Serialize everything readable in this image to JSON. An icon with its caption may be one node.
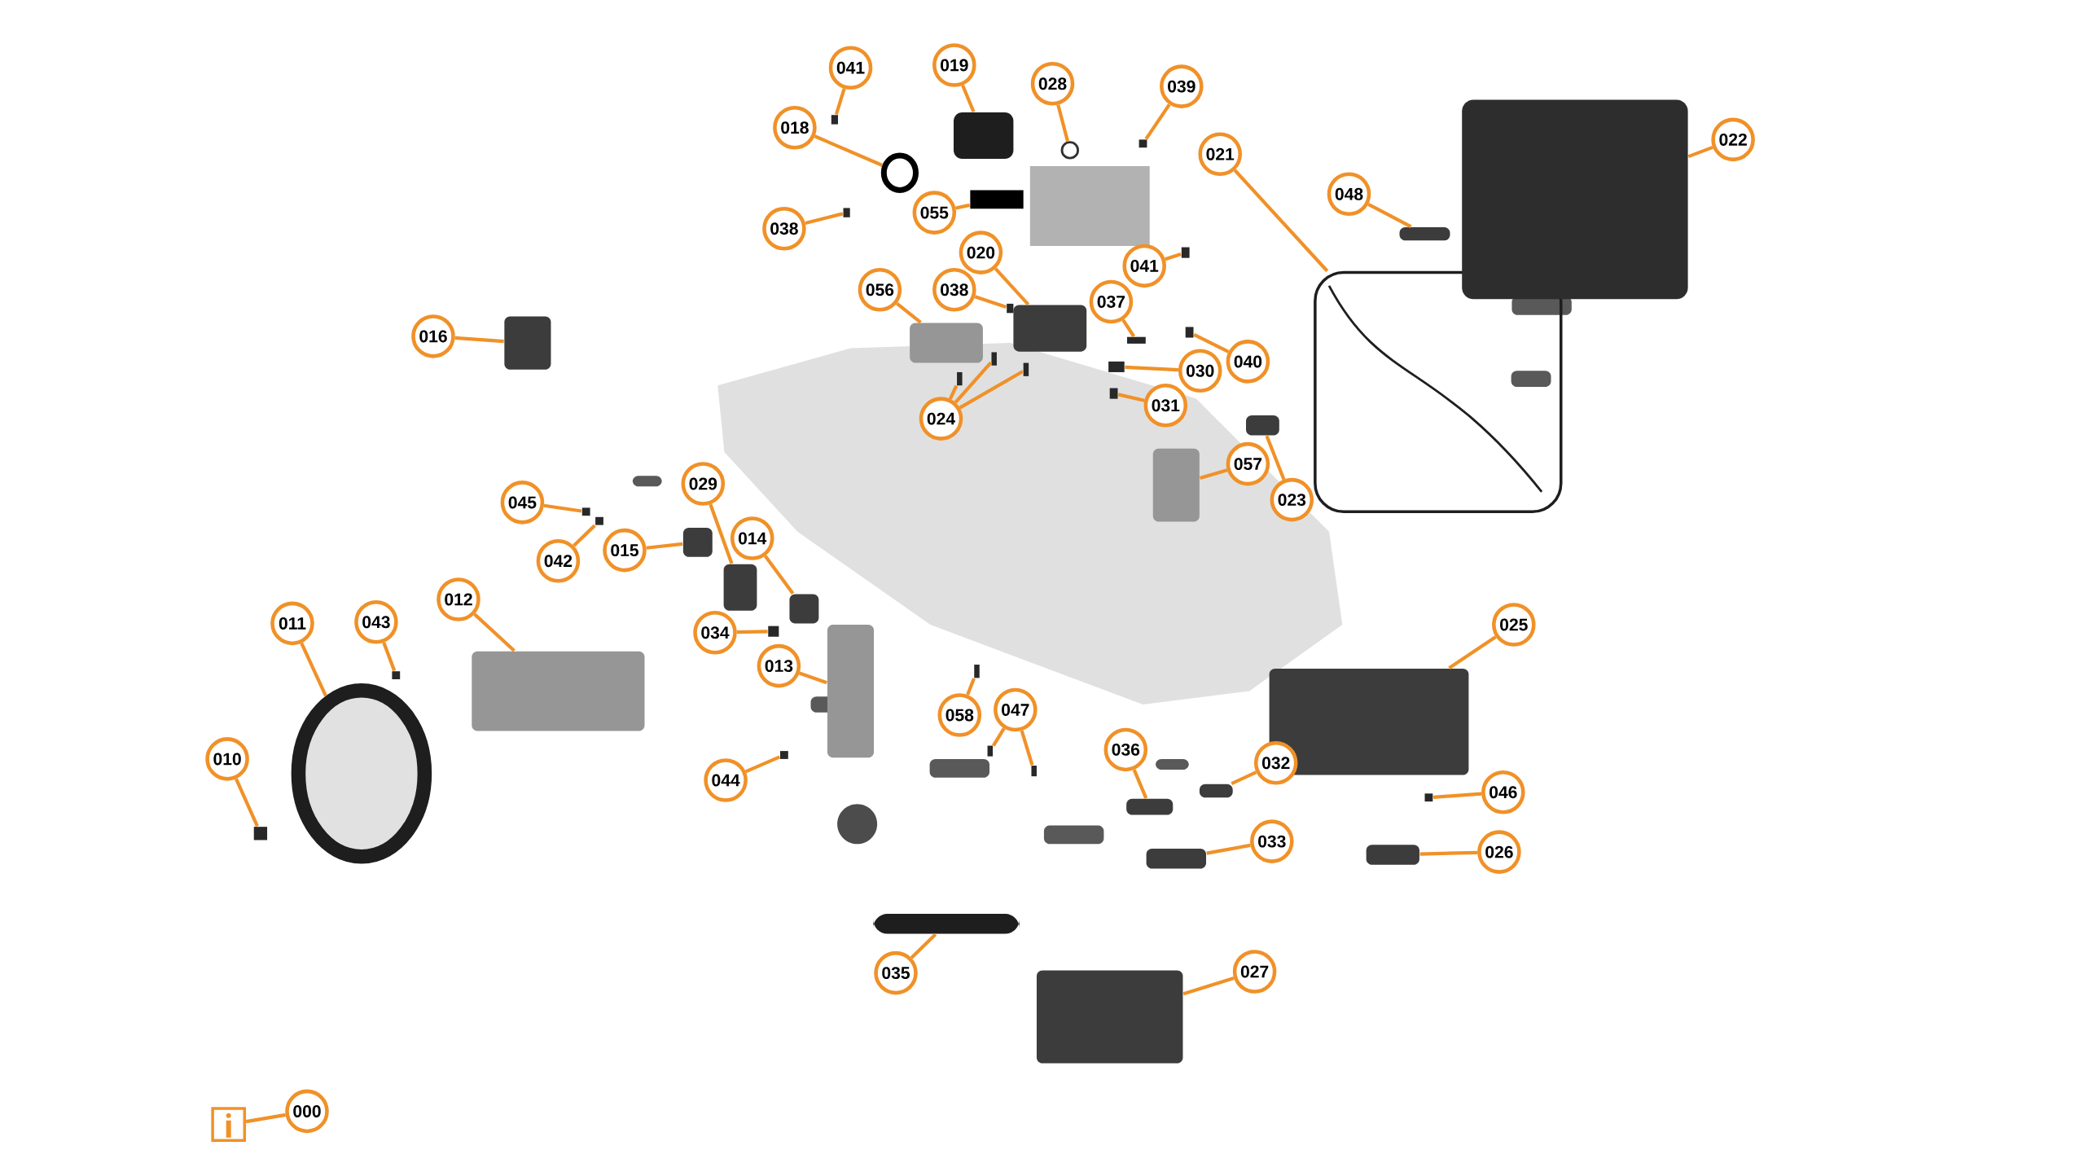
{
  "diagram": {
    "nodes": [
      {
        "text": [
          "041"
        ]
      },
      {
        "text": [],
        "shape": "box"
      },
      {
        "text": [
          "019"
        ]
      },
      {
        "text": [],
        "shape": "box"
      },
      {
        "text": [
          "028"
        ]
      },
      {
        "text": [],
        "shape": "circle"
      },
      {
        "text": [
          "039"
        ]
      },
      {
        "text": [],
        "shape": "box"
      },
      {
        "text": [
          "018"
        ]
      },
      {
        "text": [],
        "shape": "circle"
      },
      {
        "text": [
          "038"
        ]
      },
      {
        "text": [],
        "shape": "box"
      },
      {
        "text": [
          "055"
        ]
      },
      {
        "text": [],
        "shape": "box"
      },
      {
        "text": [
          "021"
        ]
      },
      {
        "text": [],
        "shape": "box"
      },
      {
        "text": [
          "022"
        ]
      },
      {
        "text": [],
        "shape": "box"
      },
      {
        "text": [
          "048"
        ]
      },
      {
        "text": [],
        "shape": "box"
      },
      {
        "text": [
          "020"
        ]
      },
      {
        "text": [],
        "shape": "box"
      },
      {
        "text": [
          "038"
        ]
      },
      {
        "text": [],
        "shape": "box"
      },
      {
        "text": [
          "056"
        ]
      },
      {
        "text": [],
        "shape": "box"
      },
      {
        "text": [
          "041"
        ]
      },
      {
        "text": [],
        "shape": "box"
      },
      {
        "text": [
          "037"
        ]
      },
      {
        "text": [],
        "shape": "box"
      },
      {
        "text": [
          "030"
        ]
      },
      {
        "text": [],
        "shape": "box"
      },
      {
        "text": [
          "040"
        ]
      },
      {
        "text": [],
        "shape": "box"
      },
      {
        "text": [
          "031"
        ]
      },
      {
        "text": [],
        "shape": "box"
      },
      {
        "text": [
          "024"
        ]
      },
      {
        "text": [],
        "shape": "box"
      },
      {
        "text": [],
        "shape": "box"
      },
      {
        "text": [],
        "shape": "box"
      },
      {
        "text": [
          "016"
        ]
      },
      {
        "text": [],
        "shape": "box"
      },
      {
        "text": [
          "057"
        ]
      },
      {
        "text": [],
        "shape": "box"
      },
      {
        "text": [
          "023"
        ]
      },
      {
        "text": [],
        "shape": "box"
      },
      {
        "text": [
          "029"
        ]
      },
      {
        "text": [],
        "shape": "box"
      },
      {
        "text": [
          "045"
        ]
      },
      {
        "text": [],
        "shape": "box"
      },
      {
        "text": [
          "042"
        ]
      },
      {
        "text": [],
        "shape": "box"
      },
      {
        "text": [
          "015"
        ]
      },
      {
        "text": [],
        "shape": "box"
      },
      {
        "text": [
          "014"
        ]
      },
      {
        "text": [],
        "shape": "box"
      },
      {
        "text": [
          "034"
        ]
      },
      {
        "text": [],
        "shape": "box"
      },
      {
        "text": [
          "013"
        ]
      },
      {
        "text": [],
        "shape": "box"
      },
      {
        "text": [
          "012"
        ]
      },
      {
        "text": [],
        "shape": "box"
      },
      {
        "text": [
          "043"
        ]
      },
      {
        "text": [],
        "shape": "box"
      },
      {
        "text": [
          "011"
        ]
      },
      {
        "text": [],
        "shape": "circle"
      },
      {
        "text": [
          "010"
        ]
      },
      {
        "text": [],
        "shape": "box"
      },
      {
        "text": [
          "025"
        ]
      },
      {
        "text": [],
        "shape": "box"
      },
      {
        "text": [
          "058"
        ]
      },
      {
        "text": [],
        "shape": "box"
      },
      {
        "text": [
          "047"
        ]
      },
      {
        "text": [],
        "shape": "box"
      },
      {
        "text": [],
        "shape": "box"
      },
      {
        "text": [
          "044"
        ]
      },
      {
        "text": [],
        "shape": "box"
      },
      {
        "text": [
          "036"
        ]
      },
      {
        "text": [],
        "shape": "box"
      },
      {
        "text": [
          "032"
        ]
      },
      {
        "text": [],
        "shape": "box"
      },
      {
        "text": [
          "046"
        ]
      },
      {
        "text": [],
        "shape": "box"
      },
      {
        "text": [
          "033"
        ]
      },
      {
        "text": [],
        "shape": "box"
      },
      {
        "text": [
          "026"
        ]
      },
      {
        "text": [],
        "shape": "box"
      },
      {
        "text": [
          "035"
        ]
      },
      {
        "text": [],
        "shape": "box"
      },
      {
        "text": [
          "027"
        ]
      },
      {
        "text": [],
        "shape": "box"
      },
      {
        "text": [
          "000"
        ]
      },
      {
        "text": [],
        "shape": "box"
      }
    ],
    "edges": [
      {
        "from": 0,
        "to": 1,
        "arrow": "none"
      },
      {
        "from": 2,
        "to": 3,
        "arrow": "none"
      },
      {
        "from": 4,
        "to": 5,
        "arrow": "none"
      },
      {
        "from": 6,
        "to": 7,
        "arrow": "none"
      },
      {
        "from": 8,
        "to": 9,
        "arrow": "none"
      },
      {
        "from": 10,
        "to": 11,
        "arrow": "none"
      },
      {
        "from": 12,
        "to": 13,
        "arrow": "none"
      },
      {
        "from": 14,
        "to": 15,
        "arrow": "none"
      },
      {
        "from": 16,
        "to": 17,
        "arrow": "none"
      },
      {
        "from": 18,
        "to": 19,
        "arrow": "none"
      },
      {
        "from": 20,
        "to": 21,
        "arrow": "none"
      },
      {
        "from": 22,
        "to": 23,
        "arrow": "none"
      },
      {
        "from": 24,
        "to": 25,
        "arrow": "none"
      },
      {
        "from": 26,
        "to": 27,
        "arrow": "none"
      },
      {
        "from": 28,
        "to": 29,
        "arrow": "none"
      },
      {
        "from": 30,
        "to": 31,
        "arrow": "none"
      },
      {
        "from": 32,
        "to": 33,
        "arrow": "none"
      },
      {
        "from": 34,
        "to": 35,
        "arrow": "none"
      },
      {
        "from": 36,
        "to": 37,
        "arrow": "none"
      },
      {
        "from": 36,
        "to": 38,
        "arrow": "none"
      },
      {
        "from": 36,
        "to": 39,
        "arrow": "none"
      },
      {
        "from": 40,
        "to": 41,
        "arrow": "none"
      },
      {
        "from": 42,
        "to": 43,
        "arrow": "none"
      },
      {
        "from": 44,
        "to": 45,
        "arrow": "none"
      },
      {
        "from": 46,
        "to": 47,
        "arrow": "none"
      },
      {
        "from": 48,
        "to": 49,
        "arrow": "none"
      },
      {
        "from": 50,
        "to": 51,
        "arrow": "none"
      },
      {
        "from": 52,
        "to": 53,
        "arrow": "none"
      },
      {
        "from": 54,
        "to": 55,
        "arrow": "none"
      },
      {
        "from": 56,
        "to": 57,
        "arrow": "none"
      },
      {
        "from": 58,
        "to": 59,
        "arrow": "none"
      },
      {
        "from": 60,
        "to": 61,
        "arrow": "none"
      },
      {
        "from": 62,
        "to": 63,
        "arrow": "none"
      },
      {
        "from": 64,
        "to": 65,
        "arrow": "none"
      },
      {
        "from": 66,
        "to": 67,
        "arrow": "none"
      },
      {
        "from": 68,
        "to": 69,
        "arrow": "none"
      },
      {
        "from": 70,
        "to": 71,
        "arrow": "none"
      },
      {
        "from": 72,
        "to": 73,
        "arrow": "none"
      },
      {
        "from": 72,
        "to": 74,
        "arrow": "none"
      },
      {
        "from": 75,
        "to": 76,
        "arrow": "none"
      },
      {
        "from": 77,
        "to": 78,
        "arrow": "none"
      },
      {
        "from": 79,
        "to": 80,
        "arrow": "none"
      },
      {
        "from": 81,
        "to": 82,
        "arrow": "none"
      },
      {
        "from": 83,
        "to": 84,
        "arrow": "none"
      },
      {
        "from": 85,
        "to": 86,
        "arrow": "none"
      },
      {
        "from": 87,
        "to": 88,
        "arrow": "none"
      },
      {
        "from": 89,
        "to": 90,
        "arrow": "none"
      },
      {
        "from": 91,
        "to": 92,
        "arrow": "none"
      }
    ]
  }
}
